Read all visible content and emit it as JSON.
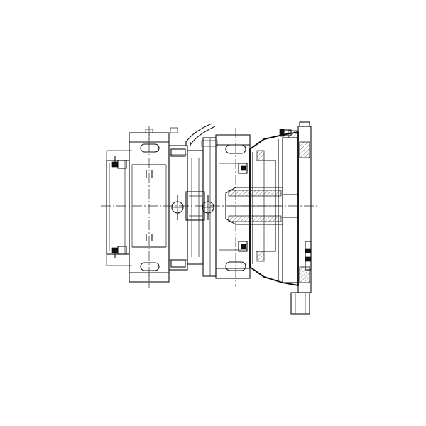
{
  "drawing": {
    "colors": {
      "line": "#111111",
      "background": "#ffffff",
      "hatch": "#111111"
    },
    "parts": [
      "left-end-plate",
      "left-housing-block",
      "mid-housing-block",
      "right-housing-block",
      "motor-flange",
      "output-shaft",
      "hydraulic-lines",
      "bolt-studs"
    ]
  }
}
